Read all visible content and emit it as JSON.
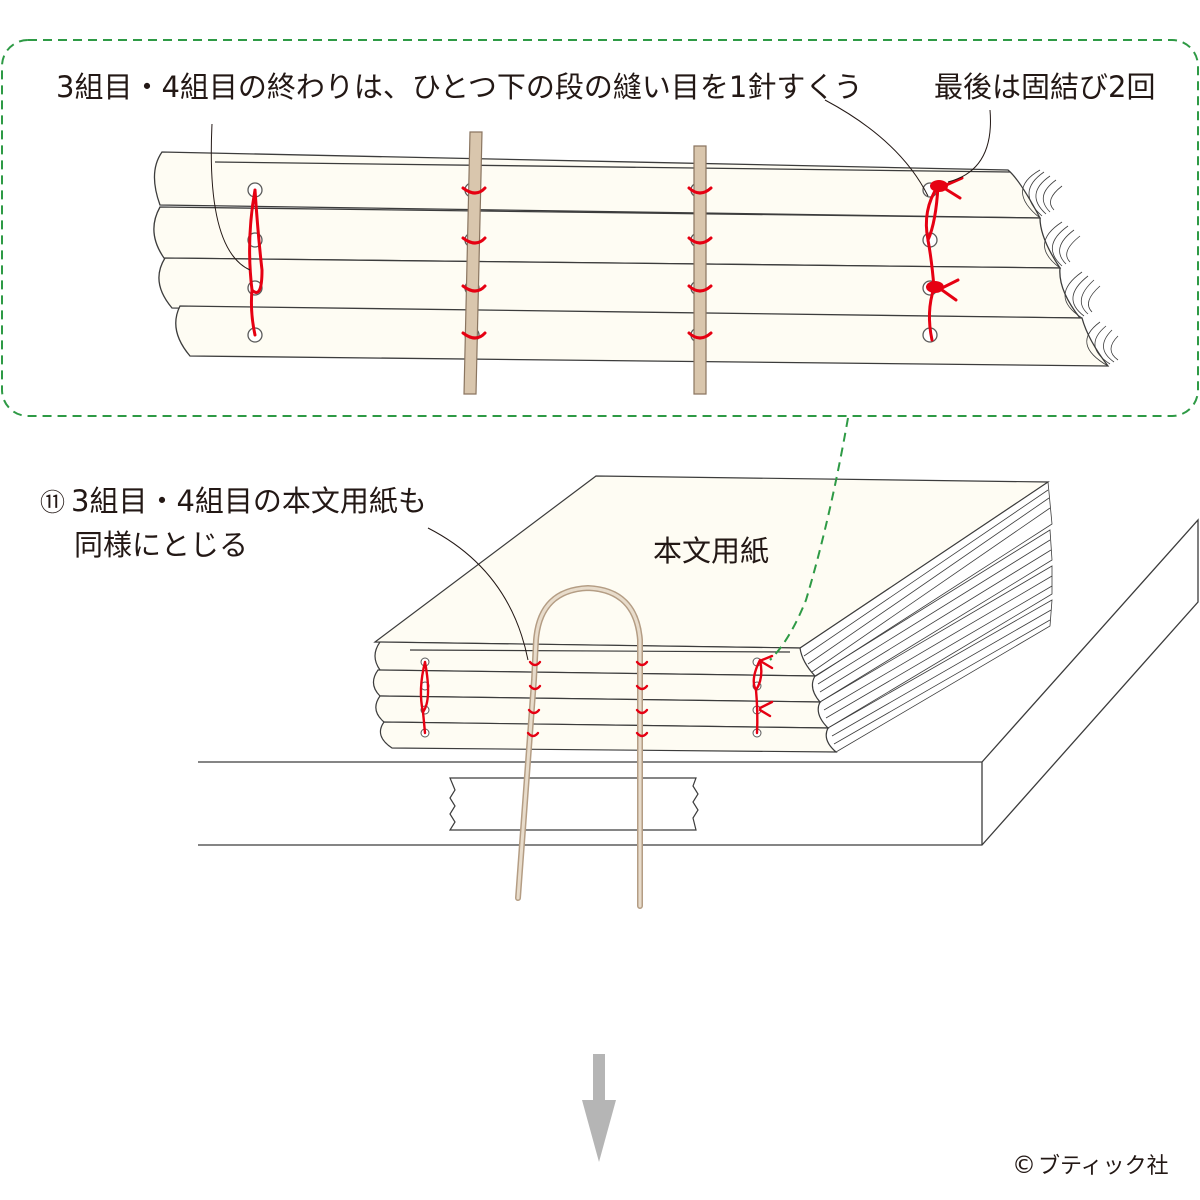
{
  "labels": {
    "detail_left": "3組目・4組目の終わりは、ひとつ下の段の縫い目を1針すくう",
    "detail_right": "最後は固結び2回",
    "step_number": "⑪",
    "step_line1": "3組目・4組目の本文用紙も",
    "step_line2": "同様にとじる",
    "pages_label": "本文用紙",
    "copyright_mark": "©",
    "copyright_text": "ブティック社"
  },
  "colors": {
    "thread": "#e60012",
    "paper": "#fefcf3",
    "cord": "#d9c6ad",
    "callout_border": "#2e9a45",
    "arrow": "#b5b5b5",
    "line": "#3c3c3c"
  }
}
